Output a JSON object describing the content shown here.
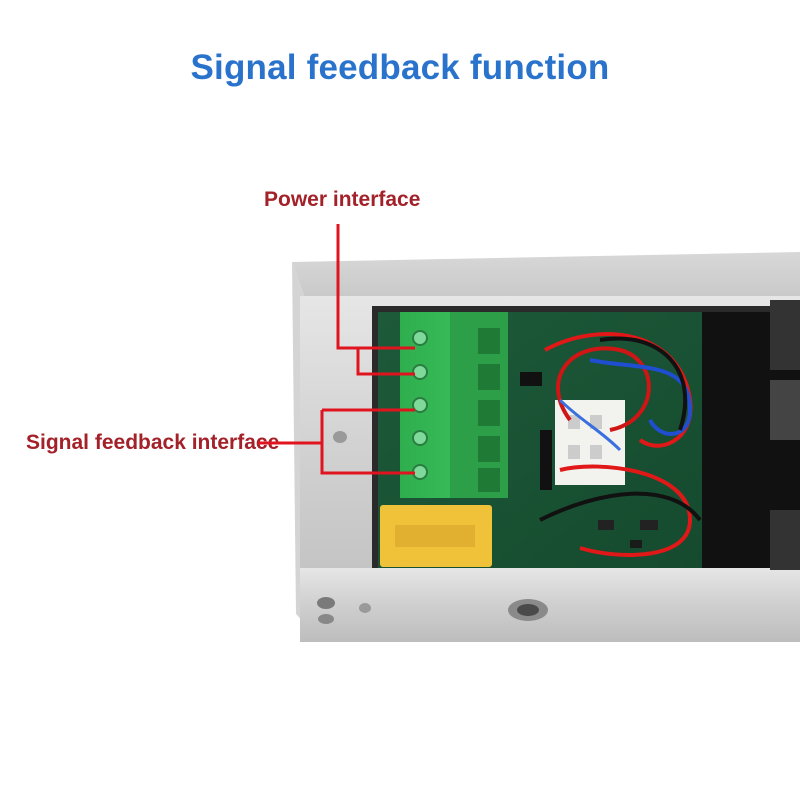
{
  "title": "Signal feedback function",
  "labels": {
    "power": "Power interface",
    "signal": "Signal feedback interface"
  },
  "colors": {
    "title": "#2a73cc",
    "label": "#a3222a",
    "leader": "#e0141e"
  }
}
